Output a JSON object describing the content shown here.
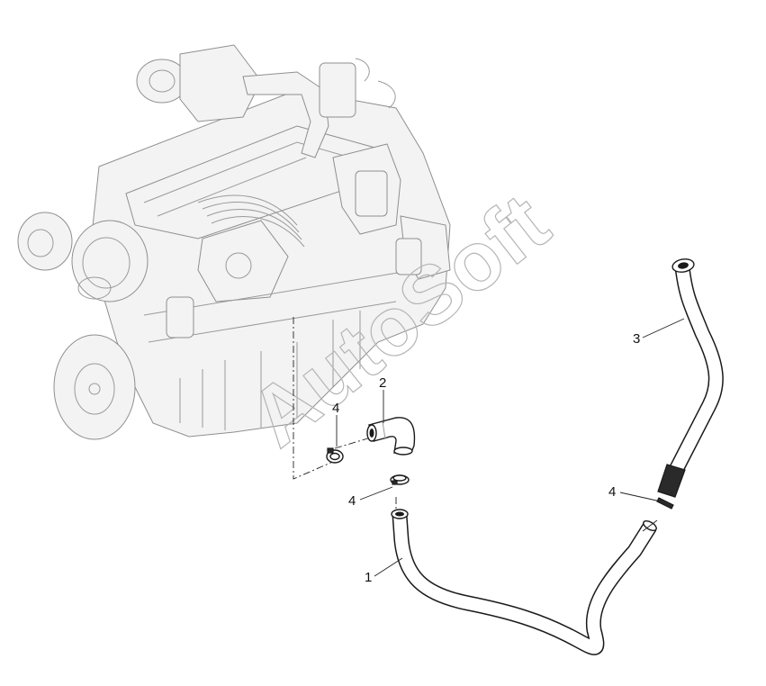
{
  "diagram": {
    "watermark": "AutoSoft",
    "callouts": {
      "hose_lower": "1",
      "elbow": "2",
      "hose_upper": "3",
      "clamp_engine": "4",
      "clamp_elbow": "4",
      "clamp_joint": "4"
    }
  }
}
